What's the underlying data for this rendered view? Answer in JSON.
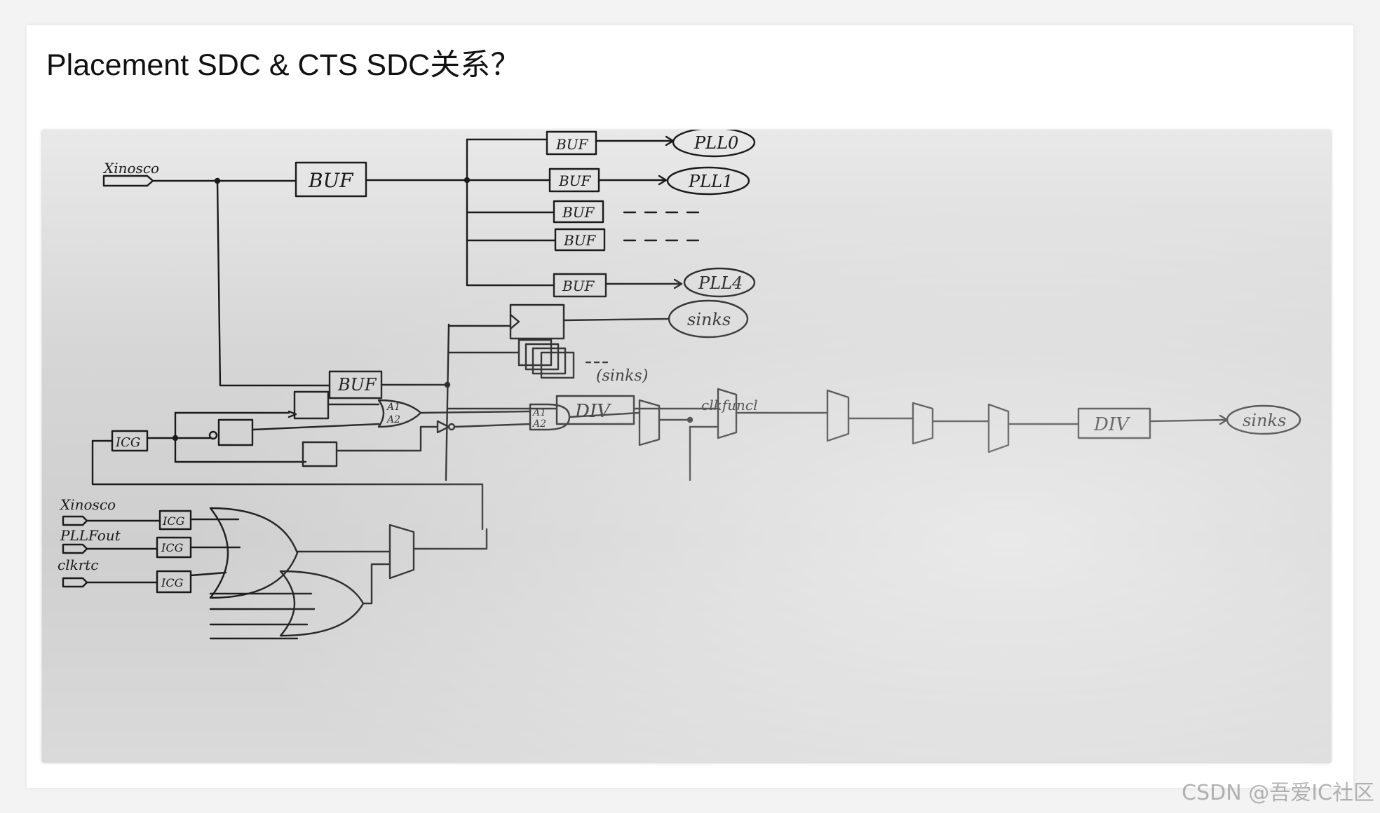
{
  "header": {
    "title": "Placement SDC & CTS SDC关系？"
  },
  "diagram": {
    "labels": {
      "xinosco_top": "Xinosco",
      "buf_main": "BUF",
      "buf0": "BUF",
      "buf1": "BUF",
      "buf2": "BUF",
      "buf3": "BUF",
      "buf4": "BUF",
      "pll0": "PLL0",
      "pll1": "PLL1",
      "pll4": "PLL4",
      "buf_second": "BUF",
      "sinks1": "sinks",
      "sinks_multi": "(sinks)",
      "div1": "DIV",
      "div2": "DIV",
      "sinks2": "sinks",
      "clkfunc": "clkfuncl",
      "icg_mid": "ICG",
      "a1_or": "A1",
      "a2_or": "A2",
      "a1_and": "A1",
      "a2_and": "A2",
      "xinosco_bottom": "Xinosco",
      "pllfout": "PLLFout",
      "clkrtc": "clkrtc",
      "icg_a": "ICG",
      "icg_b": "ICG",
      "icg_c": "ICG"
    }
  },
  "watermark": "CSDN @吾爱IC社区"
}
